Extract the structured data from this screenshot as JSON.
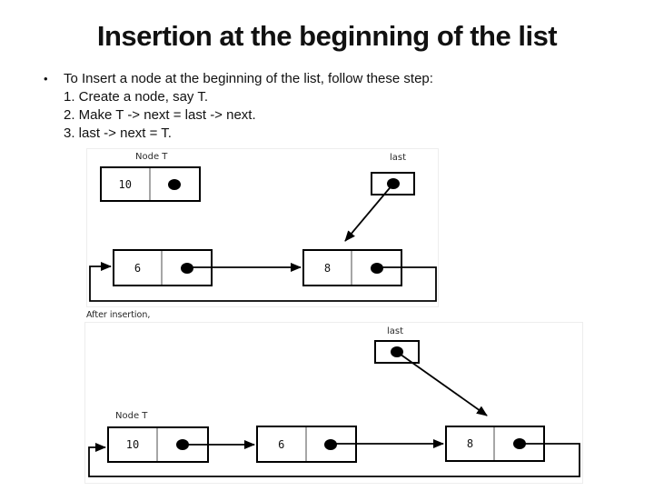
{
  "slide": {
    "title": "Insertion at the beginning of the list",
    "bullet_glyph": "•",
    "bullet_text": "To Insert a node at the beginning of the list, follow these step:",
    "steps": [
      "1. Create a node, say T.",
      "2. Make T -> next = last -> next.",
      "3. last -> next = T."
    ],
    "after_insertion_label": "After insertion,"
  },
  "colors": {
    "text": "#111111",
    "box_border": "#000000",
    "cell_divider": "#a6a6a6",
    "diagram_frame": "#ededed"
  },
  "diagram_before": {
    "node_t_label": "Node T",
    "node_t_value": "10",
    "last_label": "last",
    "list_nodes": [
      {
        "value": "6"
      },
      {
        "value": "8"
      }
    ],
    "last_points_to": "8",
    "circular": true
  },
  "diagram_after": {
    "node_t_label": "Node T",
    "last_label": "last",
    "list_nodes": [
      {
        "value": "10"
      },
      {
        "value": "6"
      },
      {
        "value": "8"
      }
    ],
    "last_points_to": "8",
    "circular": true
  }
}
